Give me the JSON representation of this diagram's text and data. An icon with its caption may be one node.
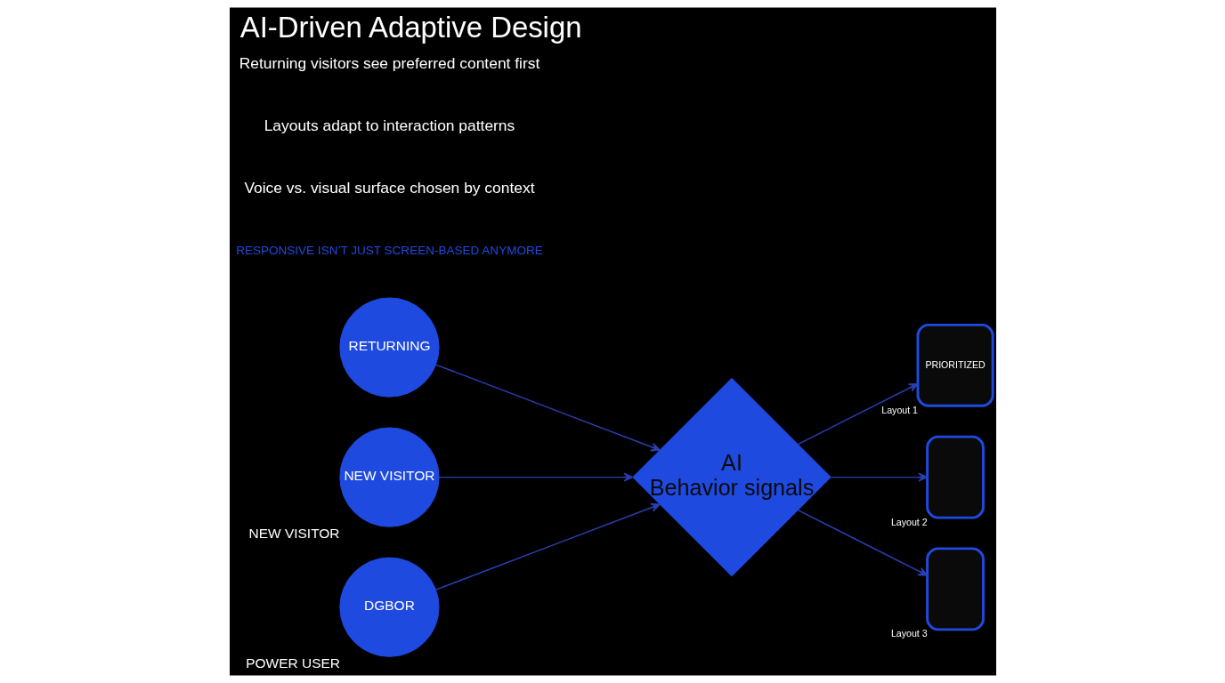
{
  "diagram": {
    "title": "AI-Driven Adaptive Design",
    "nodes": [
      {
        "text": [
          "RETURNING"
        ]
      },
      {
        "text": [
          "NEW VISITOR"
        ],
        "beside": [
          "NEW VISITOR"
        ]
      },
      {
        "text": [
          "DGBOR"
        ],
        "beside": [
          "POWER USER"
        ]
      },
      {
        "text": [
          "AI",
          "Behavior signals"
        ]
      },
      {
        "text": [
          "PRIORITIZED"
        ],
        "beside": [
          "Layout 1"
        ]
      },
      {
        "text": [],
        "shape": "box",
        "beside": [
          "Layout 2"
        ]
      },
      {
        "text": [],
        "shape": "box",
        "beside": [
          "Layout 3"
        ]
      }
    ],
    "edges": [
      {
        "from": 0,
        "to": 3,
        "arrow": "to"
      },
      {
        "from": 1,
        "to": 3,
        "arrow": "to"
      },
      {
        "from": 2,
        "to": 3,
        "arrow": "to"
      },
      {
        "from": 3,
        "to": 4,
        "arrow": "to"
      },
      {
        "from": 3,
        "to": 5,
        "arrow": "to"
      },
      {
        "from": 3,
        "to": 6,
        "arrow": "to"
      }
    ],
    "labels": [
      "RESPONSIVE ISN’T JUST SCREEN-BASED ANYMORE",
      "Returning visitors see preferred content first",
      "Layouts adapt to interaction patterns",
      "Voice vs. visual surface chosen by context"
    ]
  }
}
